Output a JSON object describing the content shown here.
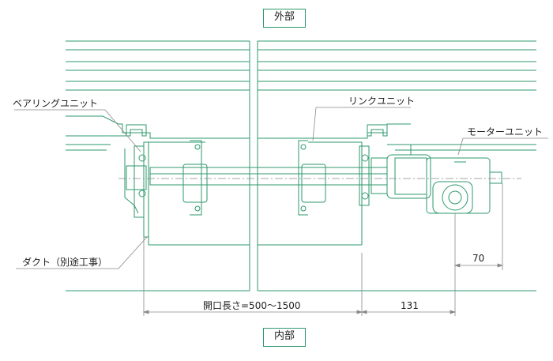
{
  "labels": {
    "outside": "外部",
    "inside": "内部",
    "bearing_unit": "ベアリングユニット",
    "link_unit": "リンクユニット",
    "motor_unit": "モーターユニット",
    "duct": "ダクト（別途工事）",
    "opening_length": "開口長さ=500〜1500",
    "dim_131": "131",
    "dim_70": "70"
  },
  "colors": {
    "drawing_line": "#2e9a6e",
    "dimension_line": "#888888",
    "text": "#222222"
  }
}
